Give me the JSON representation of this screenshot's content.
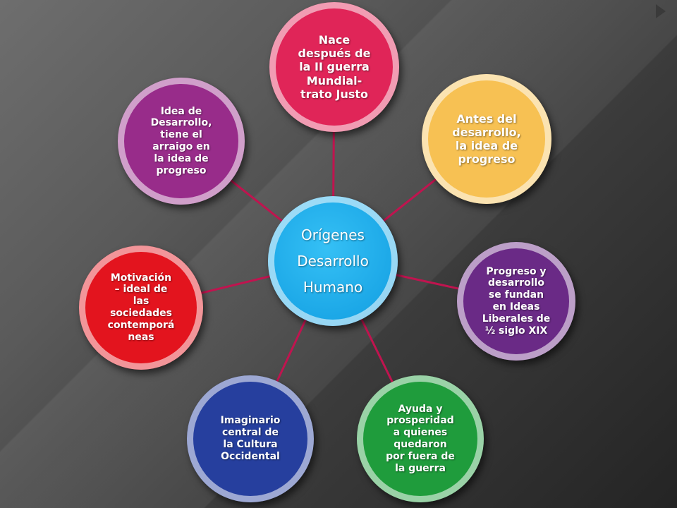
{
  "diagram": {
    "center": {
      "label": "Orígenes\nDesarrollo\nHumano",
      "color": "#1aa6e6"
    },
    "connector_color": "#c0144f",
    "nodes": [
      {
        "id": "top",
        "label": "Nace\ndespués de\nla II guerra\nMundial-\ntrato Justo",
        "color": "#e02558"
      },
      {
        "id": "top-right",
        "label": "Antes del\ndesarrollo,\nla idea de\nprogreso",
        "color": "#f7c153"
      },
      {
        "id": "right",
        "label": "Progreso y\ndesarrollo\nse fundan\nen Ideas\nLiberales de\n½ siglo XIX",
        "color": "#6a2a86"
      },
      {
        "id": "bottom-right",
        "label": "Ayuda y\nprosperidad\na quienes\nquedaron\npor fuera de\nla guerra",
        "color": "#1f9c3c"
      },
      {
        "id": "bottom-left",
        "label": "Imaginario\ncentral de\nla Cultura\nOccidental",
        "color": "#263f9e"
      },
      {
        "id": "left",
        "label": "Motivación\n– ideal de\nlas\nsociedades\ncontemporá\nneas",
        "color": "#e3141e"
      },
      {
        "id": "top-left",
        "label": "Idea de\nDesarrollo,\ntiene el\narraigo en\nla idea de\nprogreso",
        "color": "#982c8a"
      }
    ]
  }
}
